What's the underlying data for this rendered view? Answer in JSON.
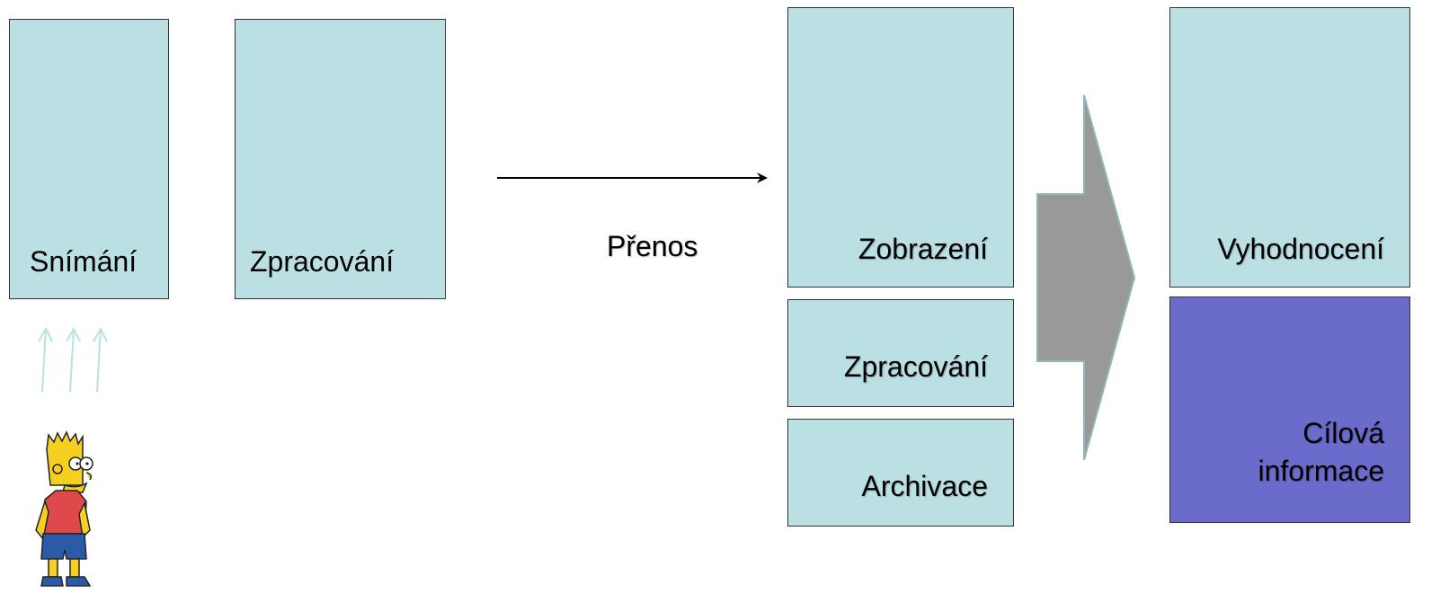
{
  "colors": {
    "box_fill": "#bae0e4",
    "target_fill": "#6b6bcc",
    "big_arrow": "#999999",
    "light_arrows": "#bae0e4"
  },
  "boxes": {
    "snimani": "Snímání",
    "zpracovani_left": "Zpracování",
    "zobrazeni": "Zobrazení",
    "zpracovani_right": "Zpracování",
    "archivace": "Archivace",
    "vyhodnoceni": "Vyhodnocení",
    "cilova_line1": "Cílová",
    "cilova_line2": "informace"
  },
  "transfer_label": "Přenos",
  "icons": {
    "character": "cartoon-boy-icon",
    "upward_arrows": "up-arrows-icon",
    "transfer_arrow": "right-arrow-icon",
    "big_arrow": "block-arrow-icon"
  }
}
